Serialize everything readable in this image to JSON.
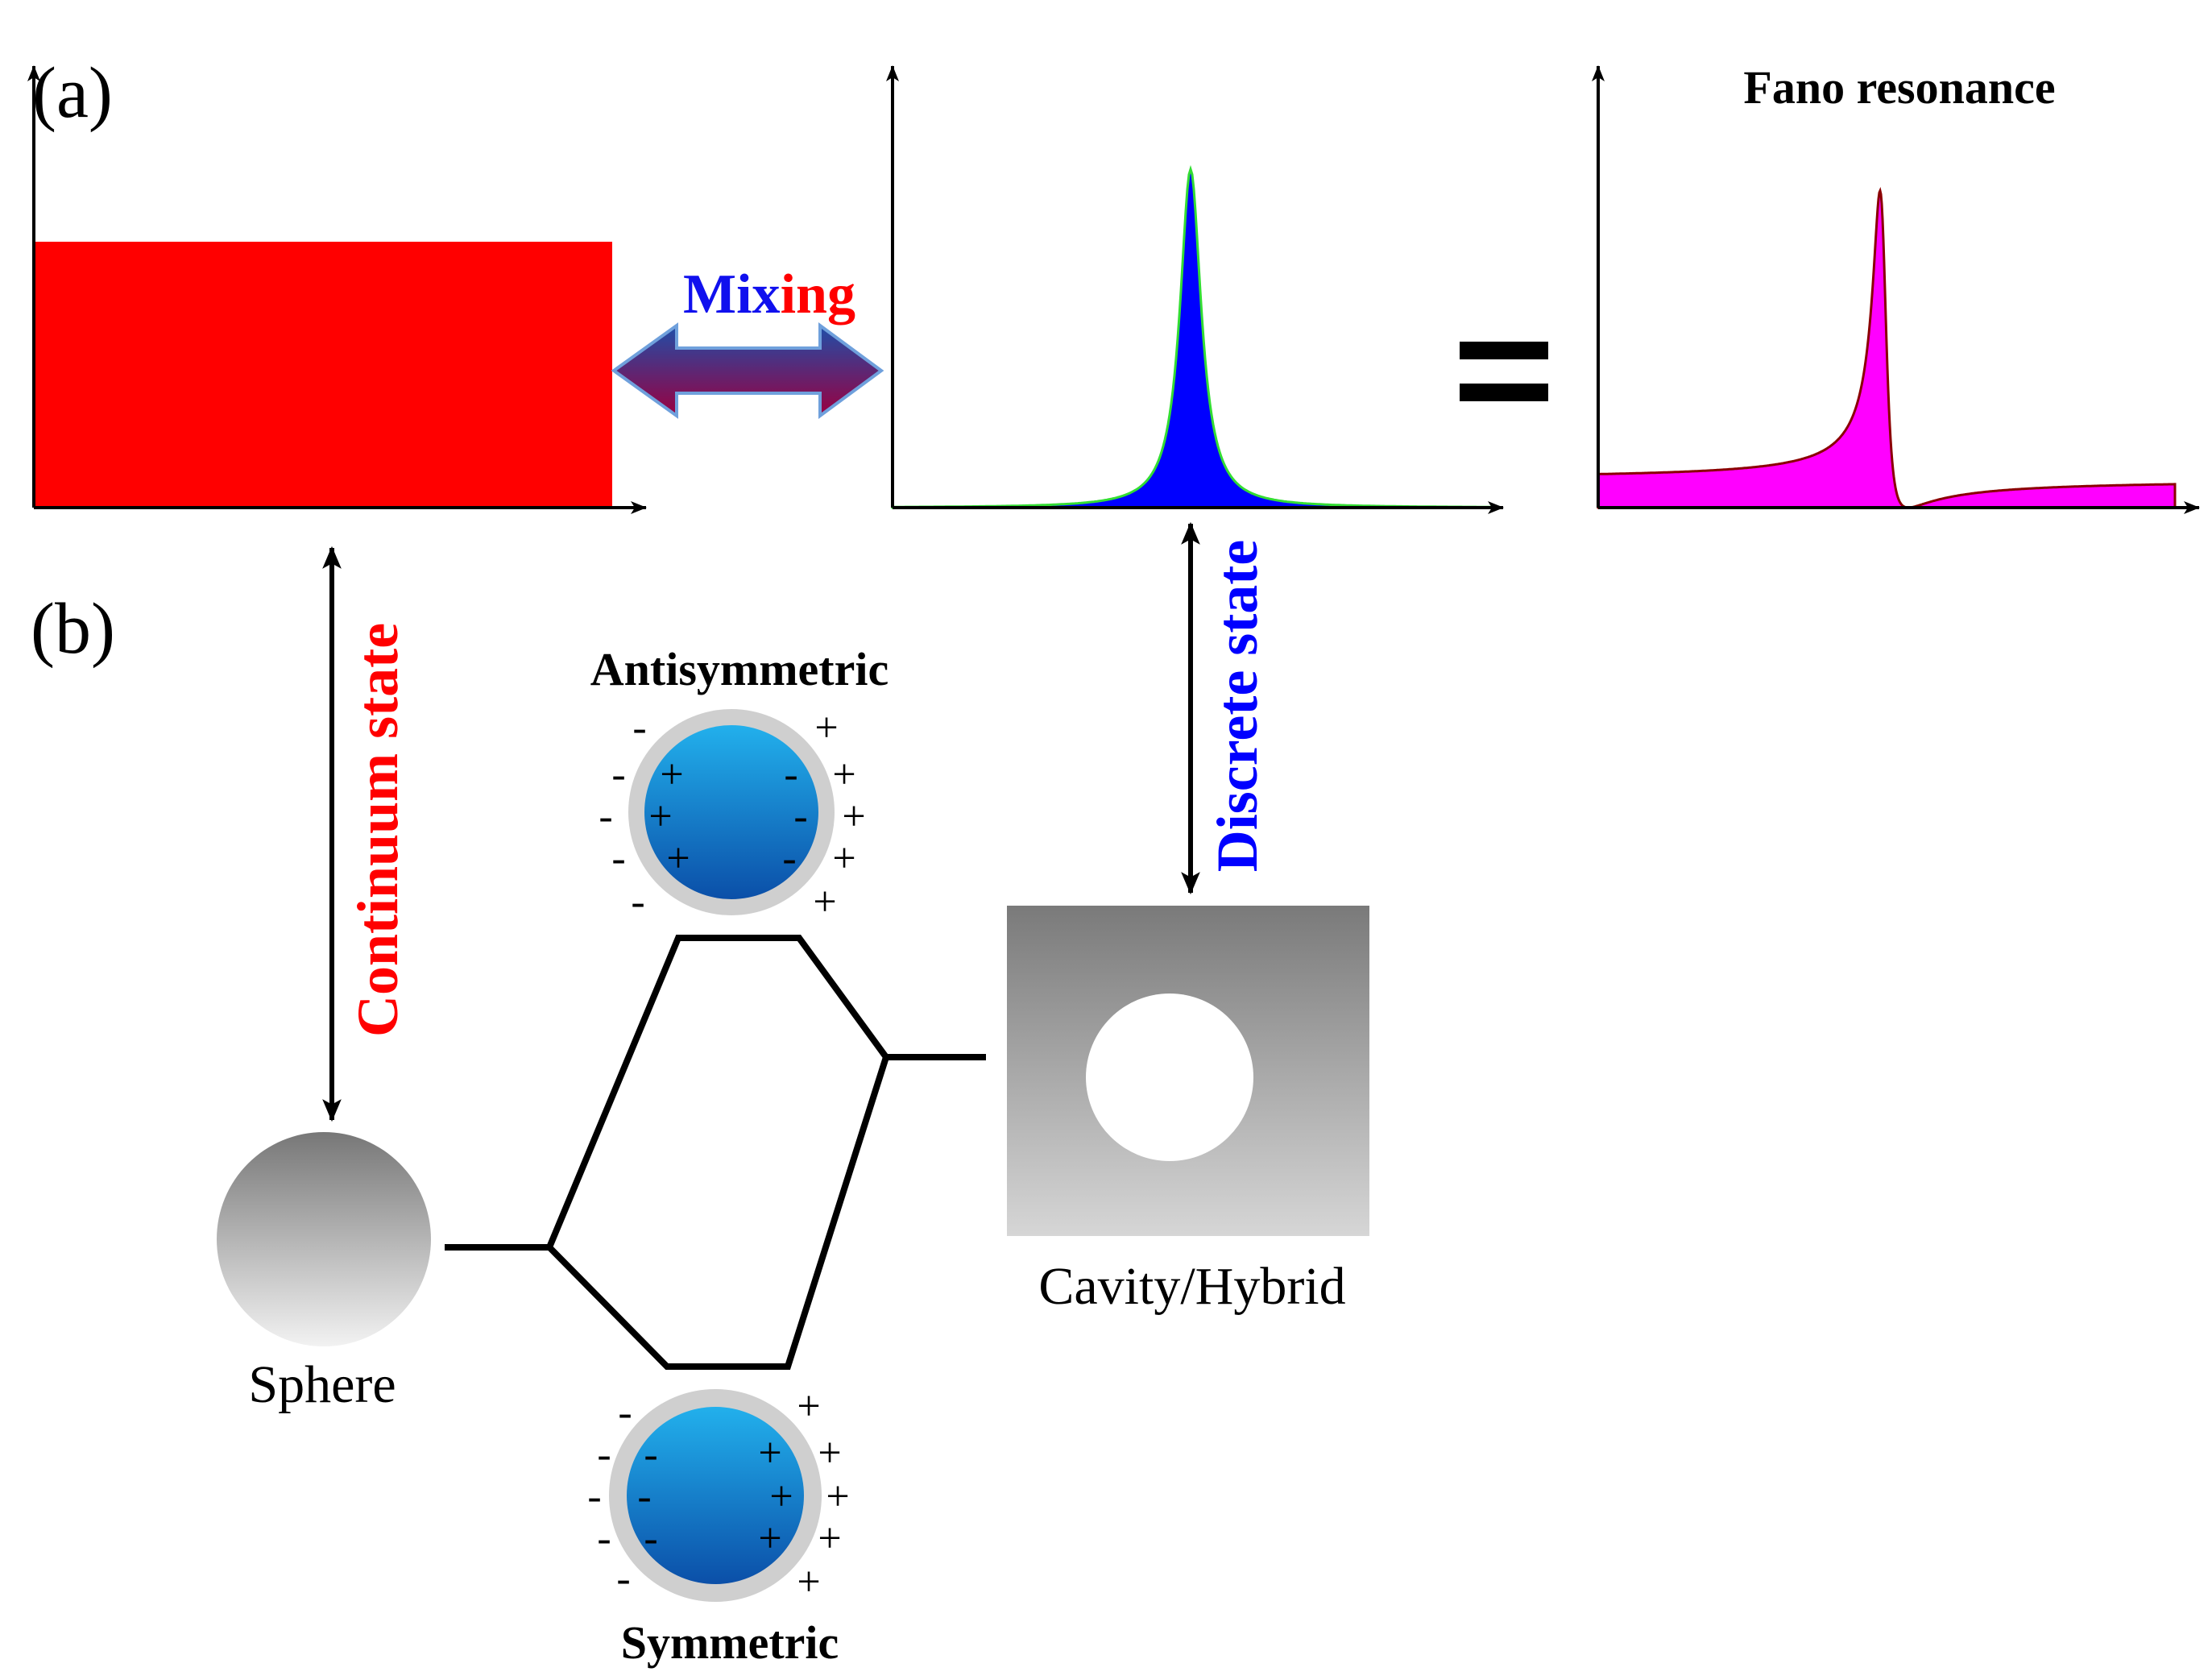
{
  "panel_labels": {
    "a": "(a)",
    "b": "(b)"
  },
  "mixing": {
    "part1": "Mix",
    "part2": "ing"
  },
  "fano_title": "Fano resonance",
  "equals_sign": "=",
  "continuum_label": "Continuum state",
  "discrete_label": "Discrete state",
  "antisymmetric_label": "Antisymmetric",
  "symmetric_label": "Symmetric",
  "sphere_label": "Sphere",
  "cavity_label": "Cavity/Hybrid",
  "charges": {
    "plus": "+",
    "minus": "-"
  },
  "colors": {
    "continuum": "#ff0000",
    "discrete": "#0000ff",
    "discrete_outline": "#33dd33",
    "fano_fill": "#ff00ff",
    "fano_outline": "#8b0000",
    "arrow_blue": "#1f4ea8",
    "arrow_purple": "#9a0040",
    "particle_core": "#1a8fd6",
    "particle_shell": "#cfcfcf"
  },
  "icons": {
    "mixing_arrow": "double-headed-arrow",
    "coupling_arrows": "vertical-double-arrow"
  }
}
